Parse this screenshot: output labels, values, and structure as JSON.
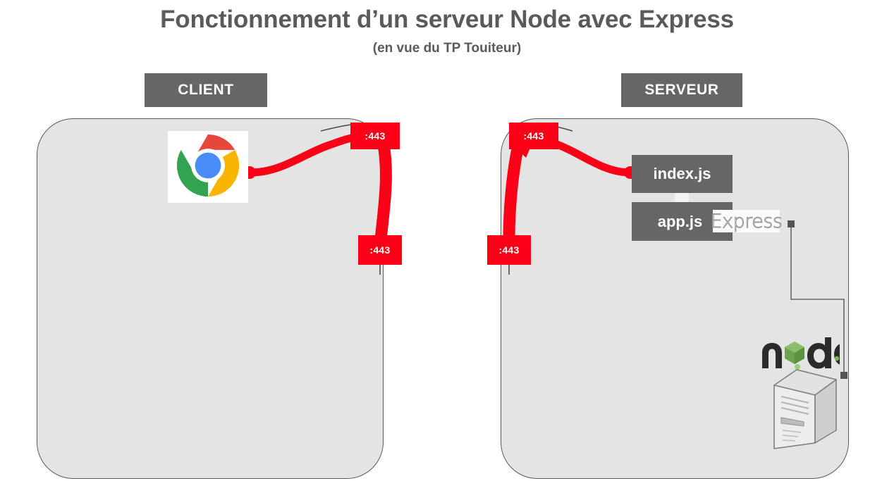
{
  "header": {
    "title": "Fonctionnement d’un serveur Node avec Express",
    "subtitle": "(en vue du TP Touiteur)"
  },
  "zones": [
    {
      "id": "client",
      "label": "CLIENT"
    },
    {
      "id": "serveur",
      "label": "SERVEUR"
    }
  ],
  "ports": {
    "client_top": ":443",
    "client_bottom": ":443",
    "server_top": ":443",
    "server_bottom": ":443"
  },
  "client": {
    "browser_icon": "chrome-logo-icon"
  },
  "server": {
    "modules": [
      {
        "id": "index",
        "label": "index.js"
      },
      {
        "id": "app",
        "label": "app.js"
      }
    ],
    "framework_logo": "Express",
    "runtime_logo": "node",
    "machine_icon": "server-tower-icon",
    "flow_arrow_icon": "arrow-down-icon",
    "link_icon": "square-connector-line"
  },
  "colors": {
    "accent_red": "#fb0017",
    "box_gray": "#666666",
    "zone_fill": "#e4e4e4",
    "zone_border": "#595959",
    "title_gray": "#5a5a5a",
    "node_green": "#6ca24a",
    "express_gray": "#9a9a9a",
    "chrome_red": "#e8453c",
    "chrome_yellow": "#f7b500",
    "chrome_green": "#32a350",
    "chrome_blue": "#4a8cf7"
  }
}
